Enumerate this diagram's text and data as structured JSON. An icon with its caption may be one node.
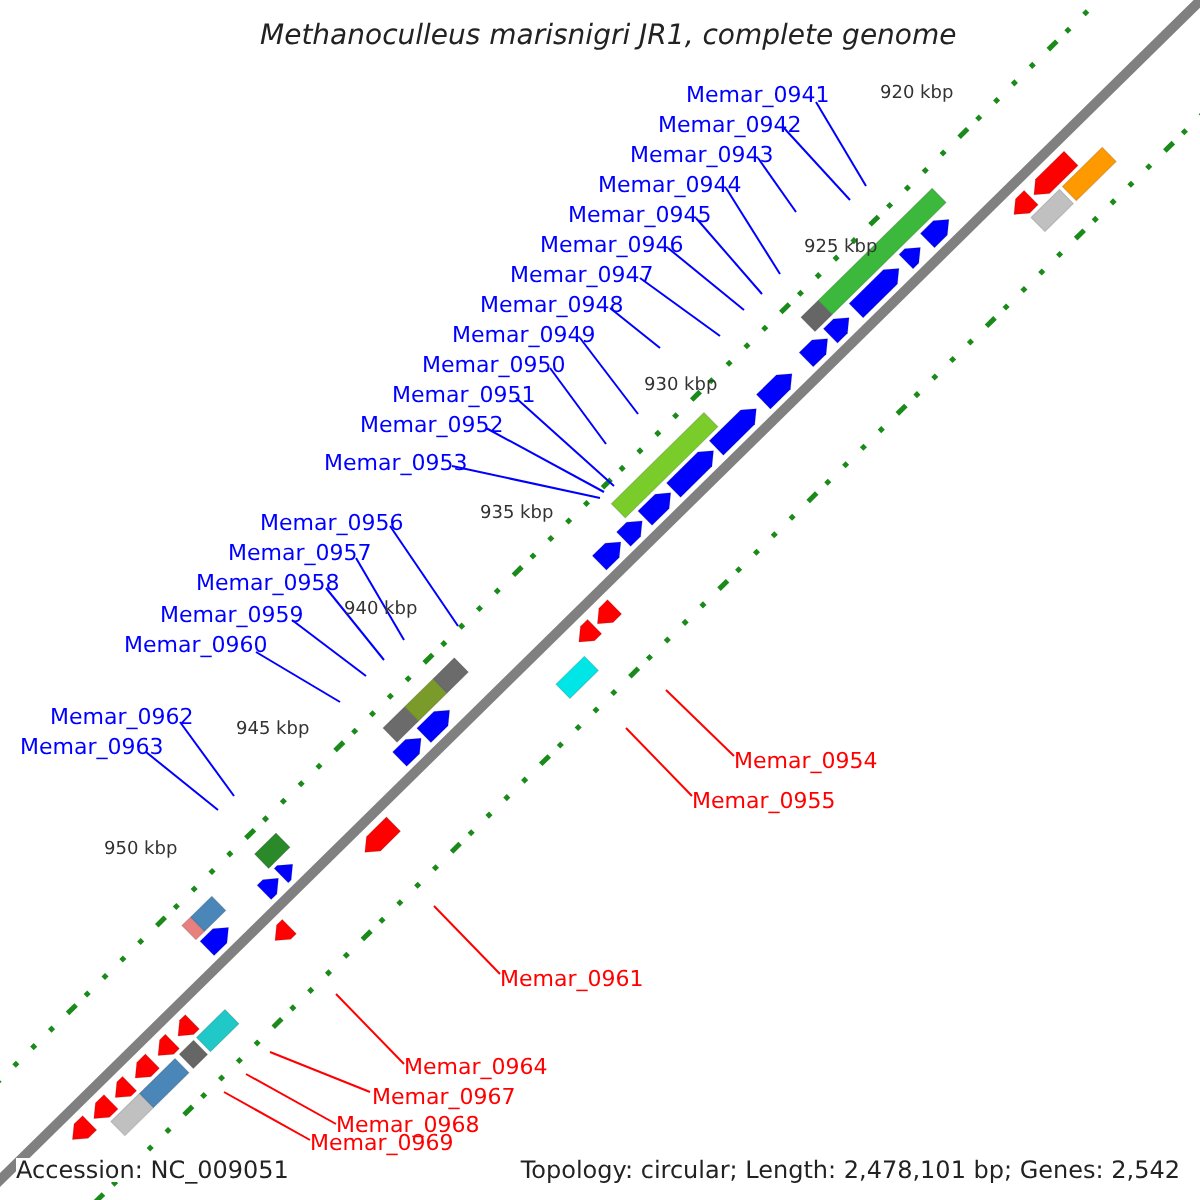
{
  "diagram": {
    "title": "Methanoculleus marisnigri JR1, complete genome",
    "nodes": [
      {
        "text": [
          "Memar_0941"
        ]
      },
      {
        "text": [
          "Memar_0942"
        ]
      },
      {
        "text": [
          "Memar_0943"
        ]
      },
      {
        "text": [
          "Memar_0944"
        ]
      },
      {
        "text": [
          "Memar_0945"
        ]
      },
      {
        "text": [
          "Memar_0946"
        ]
      },
      {
        "text": [
          "Memar_0947"
        ]
      },
      {
        "text": [
          "Memar_0948"
        ]
      },
      {
        "text": [
          "Memar_0949"
        ]
      },
      {
        "text": [
          "Memar_0950"
        ]
      },
      {
        "text": [
          "Memar_0951"
        ]
      },
      {
        "text": [
          "Memar_0952"
        ]
      },
      {
        "text": [
          "Memar_0953"
        ]
      },
      {
        "text": [
          "Memar_0956"
        ]
      },
      {
        "text": [
          "Memar_0957"
        ]
      },
      {
        "text": [
          "Memar_0958"
        ]
      },
      {
        "text": [
          "Memar_0959"
        ]
      },
      {
        "text": [
          "Memar_0960"
        ]
      },
      {
        "text": [
          "Memar_0954"
        ]
      },
      {
        "text": [
          "Memar_0955"
        ]
      },
      {
        "text": [
          "Memar_0962"
        ]
      },
      {
        "text": [
          "Memar_0963"
        ]
      },
      {
        "text": [
          "Memar_0961"
        ]
      },
      {
        "text": [
          "Memar_0964"
        ]
      },
      {
        "text": [
          "Memar_0967"
        ]
      },
      {
        "text": [
          "Memar_0968"
        ]
      },
      {
        "text": [
          "Memar_0969"
        ]
      }
    ],
    "edges": [
      {
        "from": 0,
        "to": null,
        "arrow": "none"
      },
      {
        "from": 1,
        "to": null,
        "arrow": "none"
      },
      {
        "from": 2,
        "to": null,
        "arrow": "none"
      },
      {
        "from": 3,
        "to": null,
        "arrow": "none"
      },
      {
        "from": 4,
        "to": null,
        "arrow": "none"
      },
      {
        "from": 5,
        "to": null,
        "arrow": "none"
      },
      {
        "from": 6,
        "to": null,
        "arrow": "none"
      },
      {
        "from": 7,
        "to": null,
        "arrow": "none"
      },
      {
        "from": 8,
        "to": null,
        "arrow": "none"
      },
      {
        "from": 9,
        "to": null,
        "arrow": "none"
      },
      {
        "from": 10,
        "to": null,
        "arrow": "none"
      },
      {
        "from": 11,
        "to": null,
        "arrow": "none"
      },
      {
        "from": 12,
        "to": null,
        "arrow": "none"
      },
      {
        "from": 13,
        "to": null,
        "arrow": "none"
      },
      {
        "from": 14,
        "to": null,
        "arrow": "none"
      },
      {
        "from": 15,
        "to": null,
        "arrow": "none"
      },
      {
        "from": 16,
        "to": null,
        "arrow": "none"
      },
      {
        "from": 17,
        "to": null,
        "arrow": "none"
      },
      {
        "from": 18,
        "to": null,
        "arrow": "none",
        "color": "#ff0000"
      },
      {
        "from": 19,
        "to": null,
        "arrow": "none",
        "color": "#ff0000"
      },
      {
        "from": 20,
        "to": null,
        "arrow": "none"
      },
      {
        "from": 21,
        "to": null,
        "arrow": "none"
      },
      {
        "from": 22,
        "to": null,
        "arrow": "none",
        "color": "#ff0000"
      },
      {
        "from": 23,
        "to": null,
        "arrow": "none",
        "color": "#ff0000"
      },
      {
        "from": 24,
        "to": null,
        "arrow": "none",
        "color": "#ff0000"
      },
      {
        "from": 25,
        "to": null,
        "arrow": "none",
        "color": "#ff0000"
      },
      {
        "from": 26,
        "to": null,
        "arrow": "none",
        "color": "#ff0000"
      }
    ],
    "labels": [
      "920 kbp",
      "925 kbp",
      "930 kbp",
      "935 kbp",
      "940 kbp",
      "945 kbp",
      "950 kbp",
      "Accession: NC_009051",
      "Topology: circular; Length: 2,478,101 bp; Genes: 2,542"
    ]
  }
}
